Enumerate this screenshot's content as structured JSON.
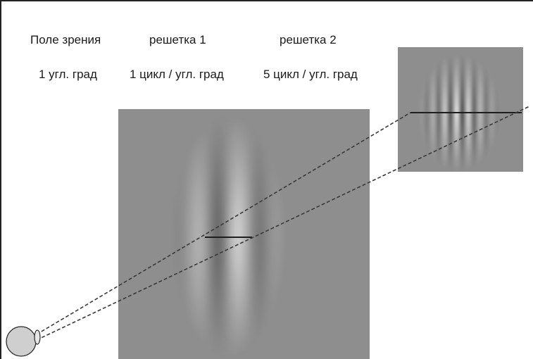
{
  "labels": {
    "headers": [
      "Поле зрения",
      "решетка 1",
      "решетка 2"
    ],
    "values": [
      "1 угл. град",
      "1 цикл / угл. град",
      "5 цикл / угл. град"
    ]
  },
  "colors": {
    "background_gray": "#8e8e8e",
    "dashed_lines": "#3a3a3a",
    "eye_fill": "#cfcfcf"
  }
}
